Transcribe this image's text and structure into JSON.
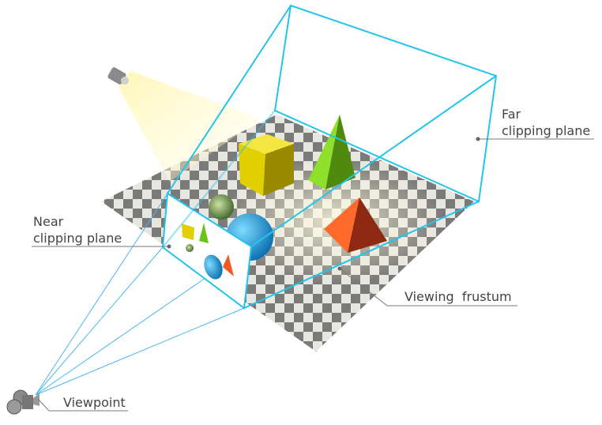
{
  "labels": {
    "far_line1": "Far",
    "far_line2": "clipping plane",
    "near_line1": "Near",
    "near_line2": "clipping plane",
    "frustum": "Viewing  frustum",
    "viewpoint": "Viewpoint"
  },
  "colors": {
    "frustum": "#22c4ec",
    "rays": "#4ab8f0",
    "leader": "#777777",
    "cube": "#e8d400",
    "green_pyramid": "#6cc41a",
    "orange_pyramid": "#f05a22",
    "sphere": "#1aa0e0"
  },
  "icons": [
    "light-source-icon",
    "camera-icon"
  ]
}
